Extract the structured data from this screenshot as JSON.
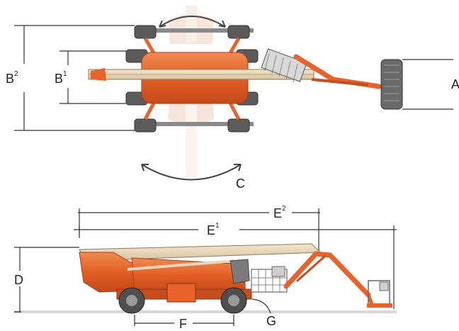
{
  "diagram": {
    "top_view": {
      "labels": {
        "A": "A",
        "B2_base": "B",
        "B2_sup": "2",
        "B1_base": "B",
        "B1_sup": "1",
        "C": "C"
      }
    },
    "side_view": {
      "labels": {
        "D": "D",
        "E2_base": "E",
        "E2_sup": "2",
        "E1_base": "E",
        "E1_sup": "1",
        "F": "F",
        "G": "G"
      }
    },
    "colors": {
      "machine_orange": "#e8622a",
      "machine_orange_dark": "#c84d1c",
      "boom_beige": "#e8d7bd",
      "tire_gray": "#5a5a5a",
      "dim_line": "#333333"
    }
  }
}
